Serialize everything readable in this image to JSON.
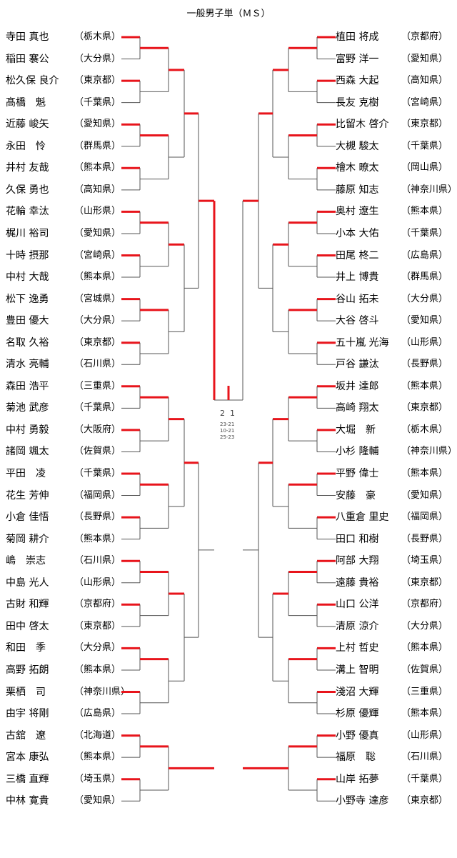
{
  "title": "一般男子単（ＭＳ）",
  "left": [
    {
      "name": "寺田 真也",
      "pref": "（栃木県）"
    },
    {
      "name": "稲田 褰公",
      "pref": "（大分県）"
    },
    {
      "name": "松久保 良介",
      "pref": "（東京都）"
    },
    {
      "name": "髙橋　魁",
      "pref": "（千葉県）"
    },
    {
      "name": "近藤 峻矢",
      "pref": "（愛知県）"
    },
    {
      "name": "永田　怜",
      "pref": "（群馬県）"
    },
    {
      "name": "井村 友哉",
      "pref": "（熊本県）"
    },
    {
      "name": "久保 勇也",
      "pref": "（高知県）"
    },
    {
      "name": "花輪 幸汰",
      "pref": "（山形県）"
    },
    {
      "name": "梶川 裕司",
      "pref": "（愛知県）"
    },
    {
      "name": "十時 摂那",
      "pref": "（宮崎県）"
    },
    {
      "name": "中村 大哉",
      "pref": "（熊本県）"
    },
    {
      "name": "松下 逸勇",
      "pref": "（宮城県）"
    },
    {
      "name": "豊田 優大",
      "pref": "（大分県）"
    },
    {
      "name": "名取 久裕",
      "pref": "（東京都）"
    },
    {
      "name": "清水 亮輔",
      "pref": "（石川県）"
    },
    {
      "name": "森田 浩平",
      "pref": "（三重県）"
    },
    {
      "name": "菊池 武彦",
      "pref": "（千葉県）"
    },
    {
      "name": "中村 勇毅",
      "pref": "（大阪府）"
    },
    {
      "name": "諸岡 颯太",
      "pref": "（佐賀県）"
    },
    {
      "name": "平田　凌",
      "pref": "（千葉県）"
    },
    {
      "name": "花生 芳伸",
      "pref": "（福岡県）"
    },
    {
      "name": "小倉 佳悟",
      "pref": "（長野県）"
    },
    {
      "name": "菊岡 耕介",
      "pref": "（熊本県）"
    },
    {
      "name": "嶋　崇志",
      "pref": "（石川県）"
    },
    {
      "name": "中島 光人",
      "pref": "（山形県）"
    },
    {
      "name": "古財 和輝",
      "pref": "（京都府）"
    },
    {
      "name": "田中 啓太",
      "pref": "（東京都）"
    },
    {
      "name": "和田　季",
      "pref": "（大分県）"
    },
    {
      "name": "高野 拓朗",
      "pref": "（熊本県）"
    },
    {
      "name": "栗栖　司",
      "pref": "（神奈川県）"
    },
    {
      "name": "由宇 将剛",
      "pref": "（広島県）"
    },
    {
      "name": "古舘　遼",
      "pref": "（北海道）"
    },
    {
      "name": "宮本 康弘",
      "pref": "（熊本県）"
    },
    {
      "name": "三橋 直輝",
      "pref": "（埼玉県）"
    },
    {
      "name": "中林 寛貴",
      "pref": "（愛知県）"
    }
  ],
  "right": [
    {
      "name": "植田 将成",
      "pref": "（京都府）"
    },
    {
      "name": "富野 洋一",
      "pref": "（愛知県）"
    },
    {
      "name": "西森 大起",
      "pref": "（高知県）"
    },
    {
      "name": "長友 克樹",
      "pref": "（宮崎県）"
    },
    {
      "name": "比留木 啓介",
      "pref": "（東京都）"
    },
    {
      "name": "大槻 駿太",
      "pref": "（千葉県）"
    },
    {
      "name": "檜木 暸太",
      "pref": "（岡山県）"
    },
    {
      "name": "藤原 知志",
      "pref": "（神奈川県）"
    },
    {
      "name": "奥村 遼生",
      "pref": "（熊本県）"
    },
    {
      "name": "小本 大佑",
      "pref": "（千葉県）"
    },
    {
      "name": "田尾 柊二",
      "pref": "（広島県）"
    },
    {
      "name": "井上 博貴",
      "pref": "（群馬県）"
    },
    {
      "name": "谷山 拓未",
      "pref": "（大分県）"
    },
    {
      "name": "大谷 啓斗",
      "pref": "（愛知県）"
    },
    {
      "name": "五十嵐 光海",
      "pref": "（山形県）"
    },
    {
      "name": "戸谷 謙汰",
      "pref": "（長野県）"
    },
    {
      "name": "坂井 達郎",
      "pref": "（熊本県）"
    },
    {
      "name": "高崎 翔太",
      "pref": "（東京都）"
    },
    {
      "name": "大堀　新",
      "pref": "（栃木県）"
    },
    {
      "name": "小杉 隆輔",
      "pref": "（神奈川県）"
    },
    {
      "name": "平野 偉士",
      "pref": "（熊本県）"
    },
    {
      "name": "安藤　豪",
      "pref": "（愛知県）"
    },
    {
      "name": "八重倉 里史",
      "pref": "（福岡県）"
    },
    {
      "name": "田口 和樹",
      "pref": "（長野県）"
    },
    {
      "name": "阿部 大翔",
      "pref": "（埼玉県）"
    },
    {
      "name": "遠藤 貴裕",
      "pref": "（東京都）"
    },
    {
      "name": "山口 公洋",
      "pref": "（京都府）"
    },
    {
      "name": "清原 涼介",
      "pref": "（大分県）"
    },
    {
      "name": "上村 哲史",
      "pref": "（熊本県）"
    },
    {
      "name": "溝上 智明",
      "pref": "（佐賀県）"
    },
    {
      "name": "淺沼 大輝",
      "pref": "（三重県）"
    },
    {
      "name": "杉原 優輝",
      "pref": "（熊本県）"
    },
    {
      "name": "小野 優真",
      "pref": "（山形県）"
    },
    {
      "name": "福原　聡",
      "pref": "（石川県）"
    },
    {
      "name": "山岸 拓夢",
      "pref": "（千葉県）"
    },
    {
      "name": "小野寺 達彦",
      "pref": "（東京都）"
    }
  ],
  "final": {
    "left_score": "2",
    "right_score": "1",
    "set_scores": [
      "23-21",
      "10-21",
      "25-23"
    ]
  },
  "colors": {
    "winner_line": "#e8141b",
    "loser_line": "#555555",
    "text": "#000000",
    "score_text": "#444444"
  }
}
